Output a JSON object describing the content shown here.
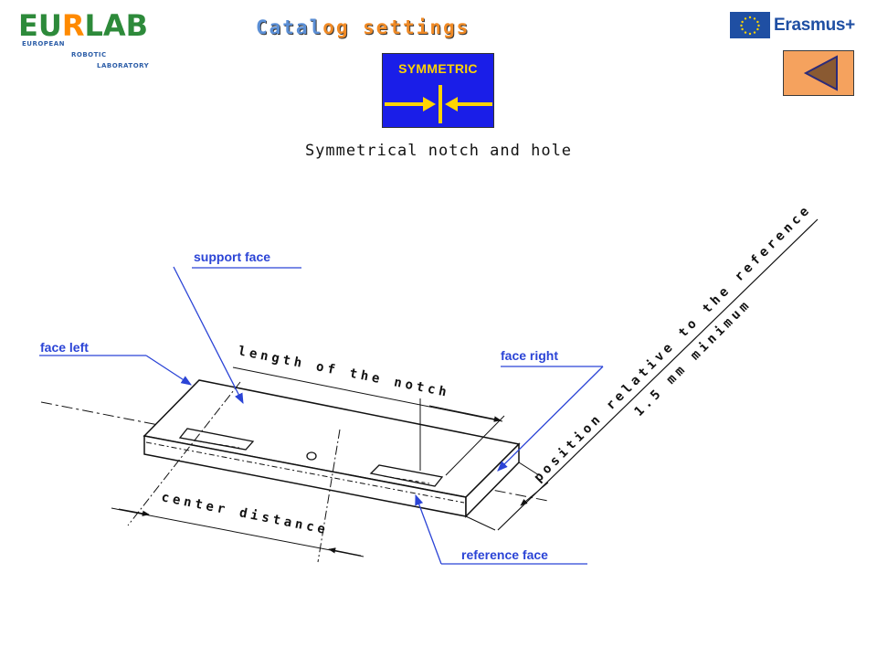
{
  "logo": {
    "word_eu": "EU",
    "word_r": "R",
    "word_lab": "LAB",
    "line1": "EUROPEAN",
    "line2": "ROBOTIC",
    "line3": "LABORATORY"
  },
  "header": {
    "title_part1": "Catal",
    "title_part2": "og settings",
    "erasmus_label": "Erasmus+"
  },
  "icon": {
    "label": "SYMMETRIC"
  },
  "subtitle": "Symmetrical notch and hole",
  "diagram": {
    "callouts": {
      "support_face": "support face",
      "face_left": "face left",
      "face_right": "face right",
      "reference_face": "reference face"
    },
    "dimensions": {
      "length": "length of the notch",
      "center": "center distance",
      "position": "position relative to the reference",
      "minimum": "1.5 mm minimum"
    }
  },
  "colors": {
    "callout_blue": "#2b44d6",
    "button_orange": "#f5a25e",
    "icon_blue": "#1a1ee8",
    "icon_yellow": "#ffd400"
  }
}
